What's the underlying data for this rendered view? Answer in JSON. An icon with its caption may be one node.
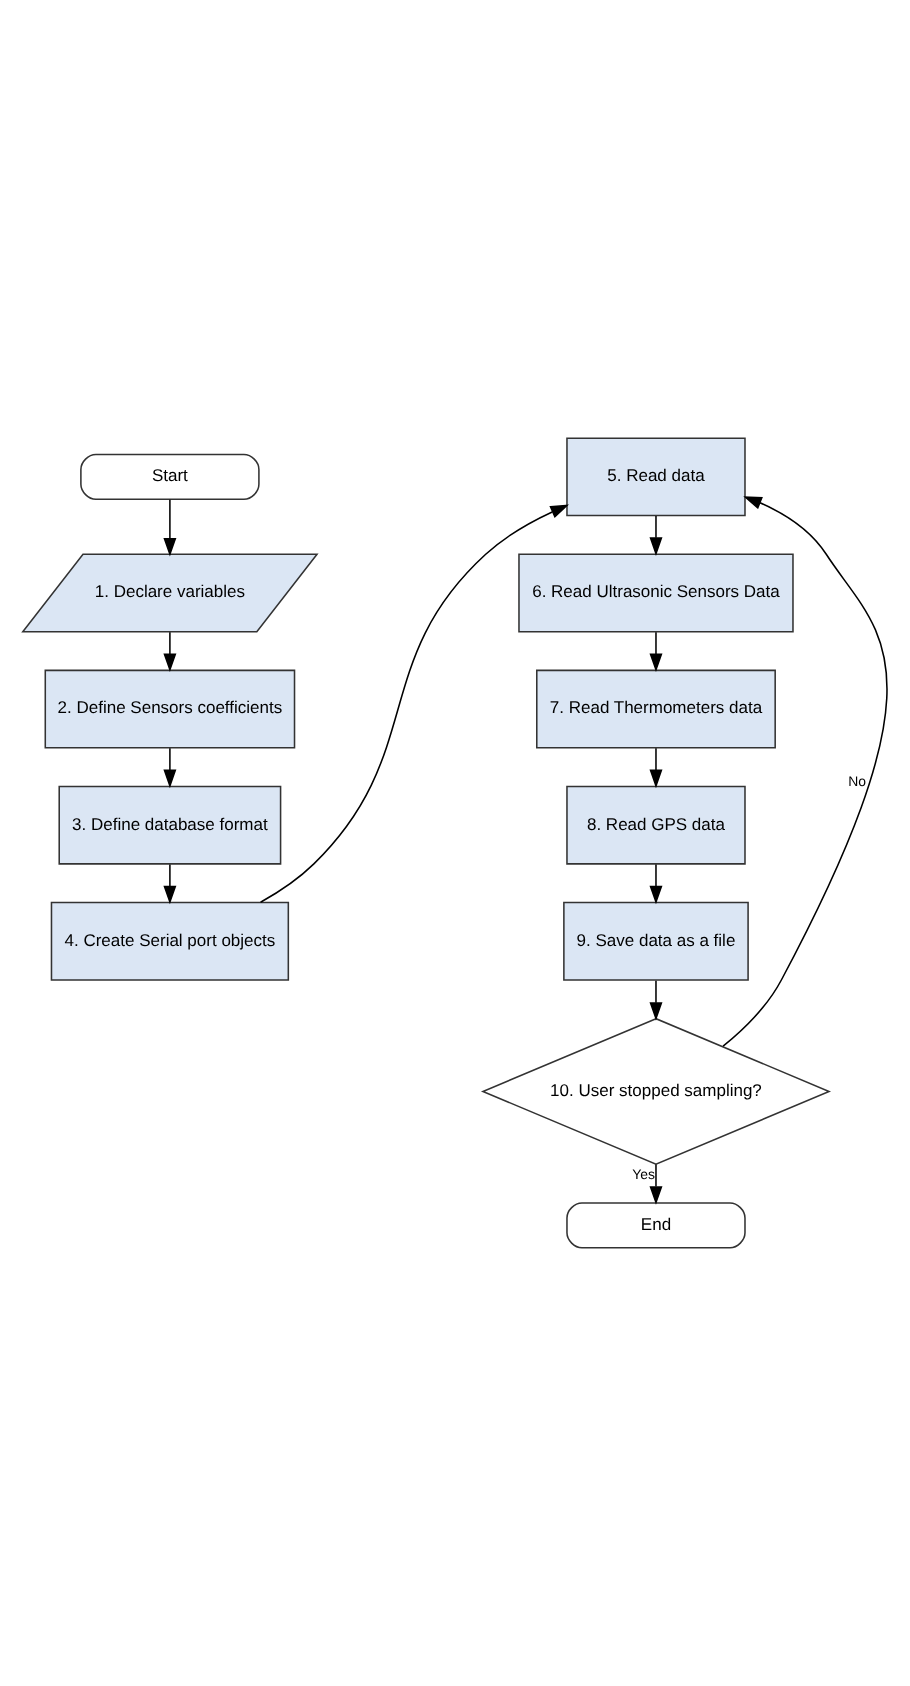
{
  "diagram": {
    "nodes": [
      {
        "text": [
          "Start"
        ]
      },
      {
        "text": [
          "1. Declare variables"
        ]
      },
      {
        "text": [
          "2. Define Sensors coefficients"
        ]
      },
      {
        "text": [
          "3. Define database format"
        ]
      },
      {
        "text": [
          "4. Create Serial port objects"
        ]
      },
      {
        "text": [
          "5. Read data"
        ]
      },
      {
        "text": [
          "6. Read Ultrasonic Sensors Data"
        ]
      },
      {
        "text": [
          "7. Read Thermometers data"
        ]
      },
      {
        "text": [
          "8. Read GPS data"
        ]
      },
      {
        "text": [
          "9. Save data as a file"
        ]
      },
      {
        "text": [
          "10. User stopped sampling?"
        ]
      },
      {
        "text": [
          "End"
        ]
      }
    ],
    "edges": [
      {
        "from": 0,
        "to": 1,
        "arrow": "to"
      },
      {
        "from": 1,
        "to": 2,
        "arrow": "to"
      },
      {
        "from": 2,
        "to": 3,
        "arrow": "to"
      },
      {
        "from": 3,
        "to": 4,
        "arrow": "to"
      },
      {
        "from": 4,
        "to": 5,
        "arrow": "to"
      },
      {
        "from": 5,
        "to": 6,
        "arrow": "to"
      },
      {
        "from": 6,
        "to": 7,
        "arrow": "to"
      },
      {
        "from": 7,
        "to": 8,
        "arrow": "to"
      },
      {
        "from": 8,
        "to": 9,
        "arrow": "to"
      },
      {
        "from": 9,
        "to": 10,
        "arrow": "to"
      },
      {
        "from": 10,
        "to": 11,
        "arrow": "to",
        "label": "Yes"
      },
      {
        "from": 10,
        "to": 5,
        "arrow": "to",
        "label": "No"
      }
    ]
  }
}
